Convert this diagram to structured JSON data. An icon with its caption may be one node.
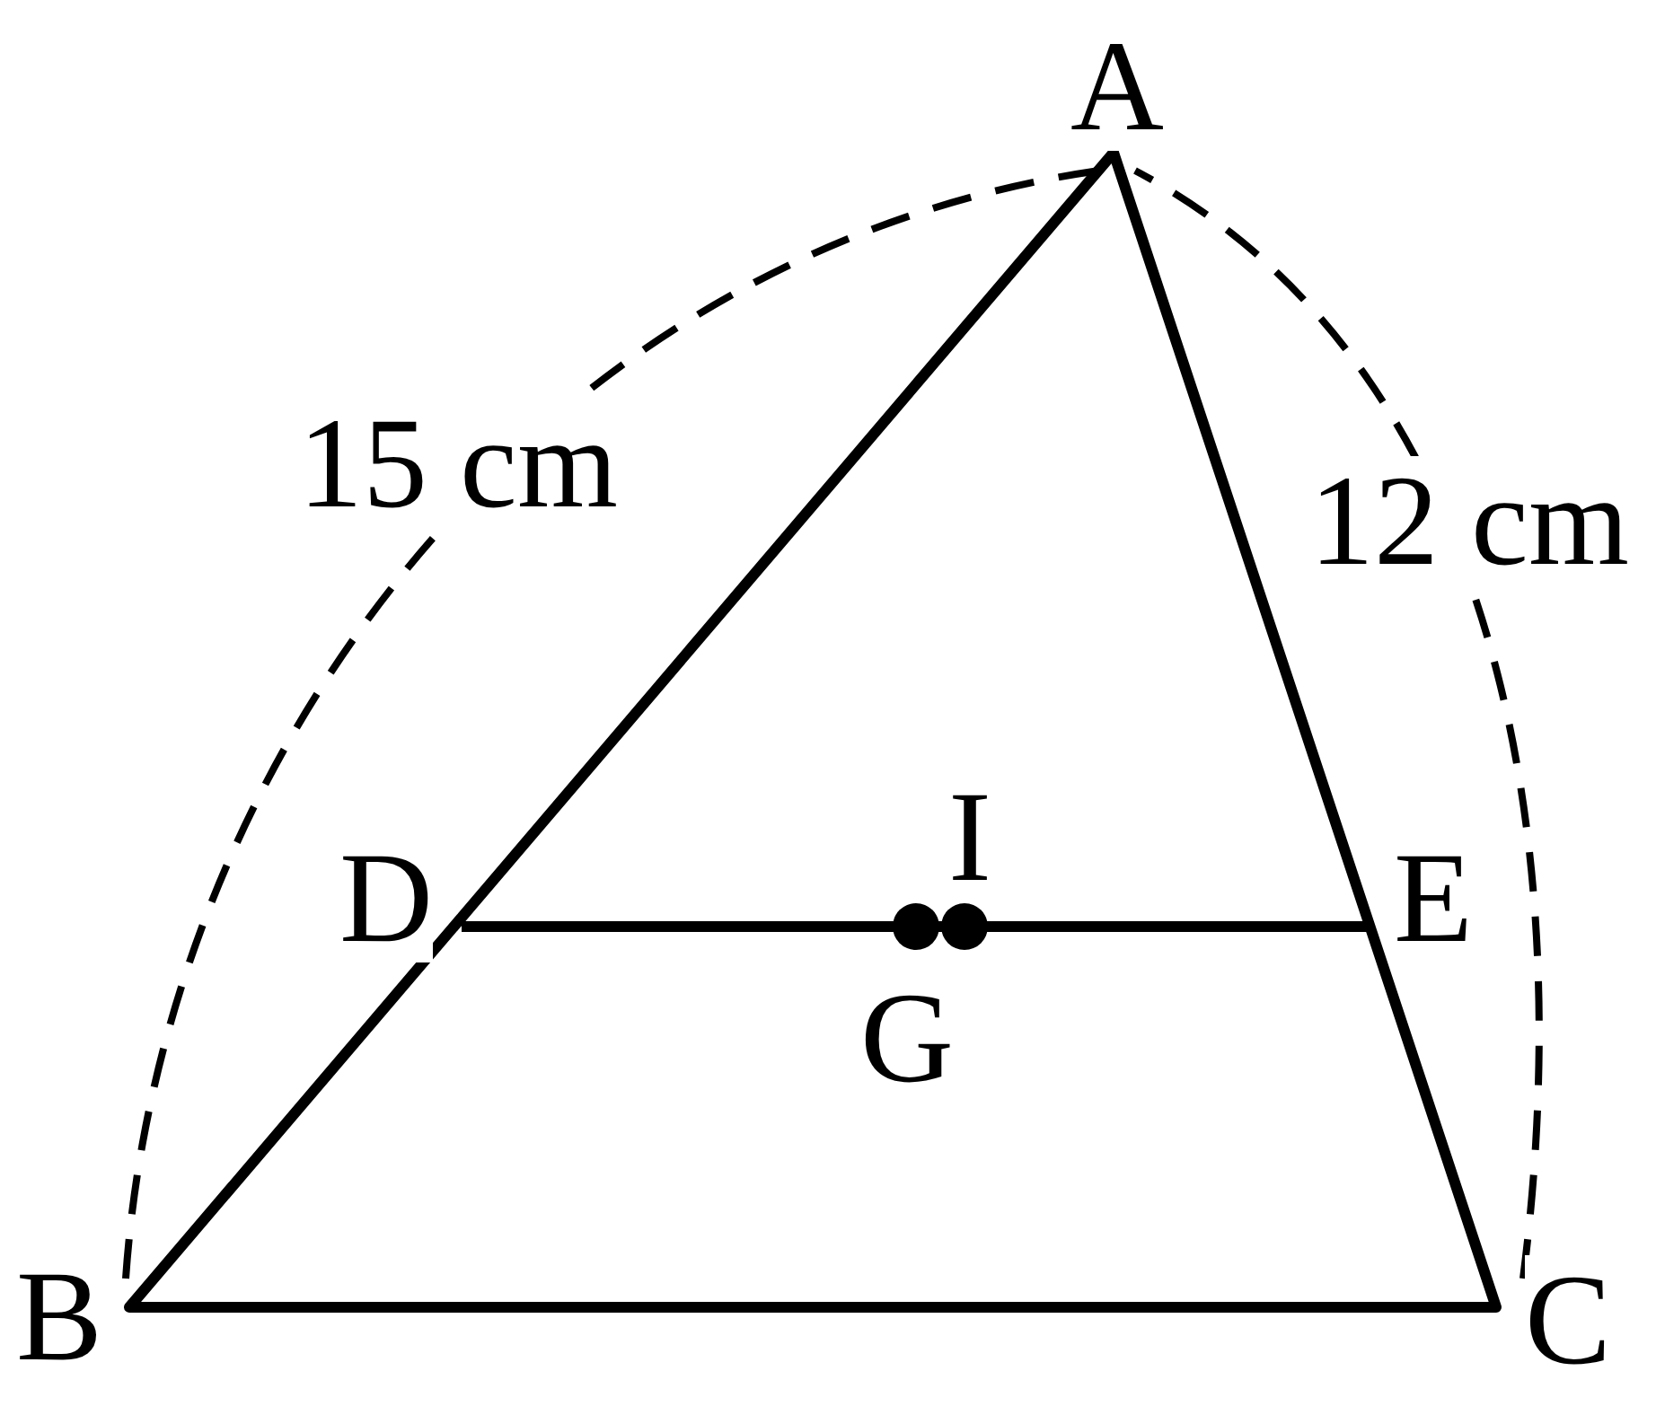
{
  "diagram": {
    "labels": [
      "A",
      "15 cm",
      "12 cm",
      "I",
      "D",
      "E",
      "G",
      "B",
      "C"
    ]
  }
}
